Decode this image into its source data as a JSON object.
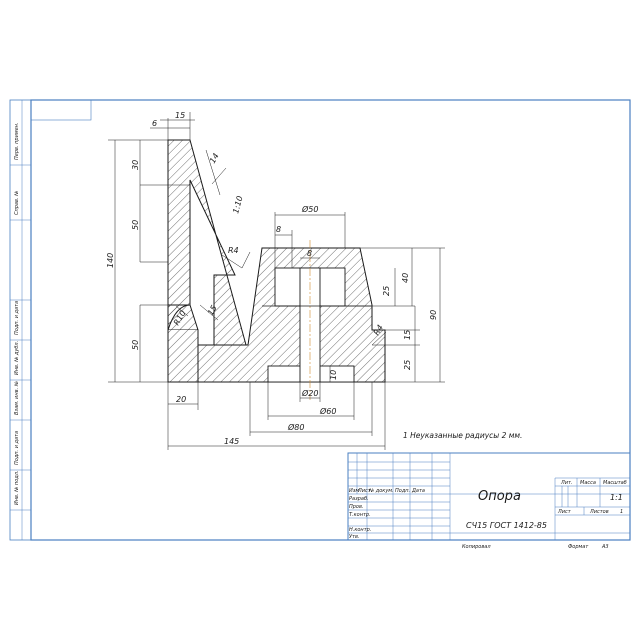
{
  "side_column": [
    "Перв. примен.",
    "Справ. №",
    "Подп. и дата",
    "Инв. № дубл.",
    "Взам. инв. №",
    "Подп. и дата",
    "Инв. № подл."
  ],
  "dimensions": {
    "top_6": "6",
    "top_15": "15",
    "d30": "30",
    "d50_upper": "50",
    "d140": "140",
    "d50_lower": "50",
    "d20": "20",
    "d145": "145",
    "r4_left": "R4",
    "r10": "R10",
    "d15_slope": "15",
    "d14": "14",
    "d1_10": "1:10",
    "phi50": "Ø50",
    "d8_top": "8",
    "d8_hole": "8",
    "d25_upper": "25",
    "d40": "40",
    "d90": "90",
    "d15_right": "15",
    "d25_lower": "25",
    "r4_right": "R4",
    "d10": "10",
    "phi20": "Ø20",
    "phi60": "Ø60",
    "phi80": "Ø80"
  },
  "note": "1 Неуказанные радиусы 2 мм.",
  "title_block": {
    "part_name": "Опора",
    "material": "СЧ15 ГОСТ 1412-85",
    "col_headers": [
      "Изм",
      "Лист",
      "№ докум.",
      "Подп.",
      "Дата"
    ],
    "roles": [
      "Разраб.",
      "Пров.",
      "Т.контр.",
      "Н.контр.",
      "Утв."
    ],
    "lit_label": "Лит.",
    "mass_label": "Масса",
    "scale_label": "Масштаб",
    "scale_value": "1:1",
    "sheet_label": "Лист",
    "sheets_label": "Листов",
    "sheets_value": "1",
    "copied_label": "Копировал",
    "format_label": "Формат",
    "format_value": "А3"
  }
}
